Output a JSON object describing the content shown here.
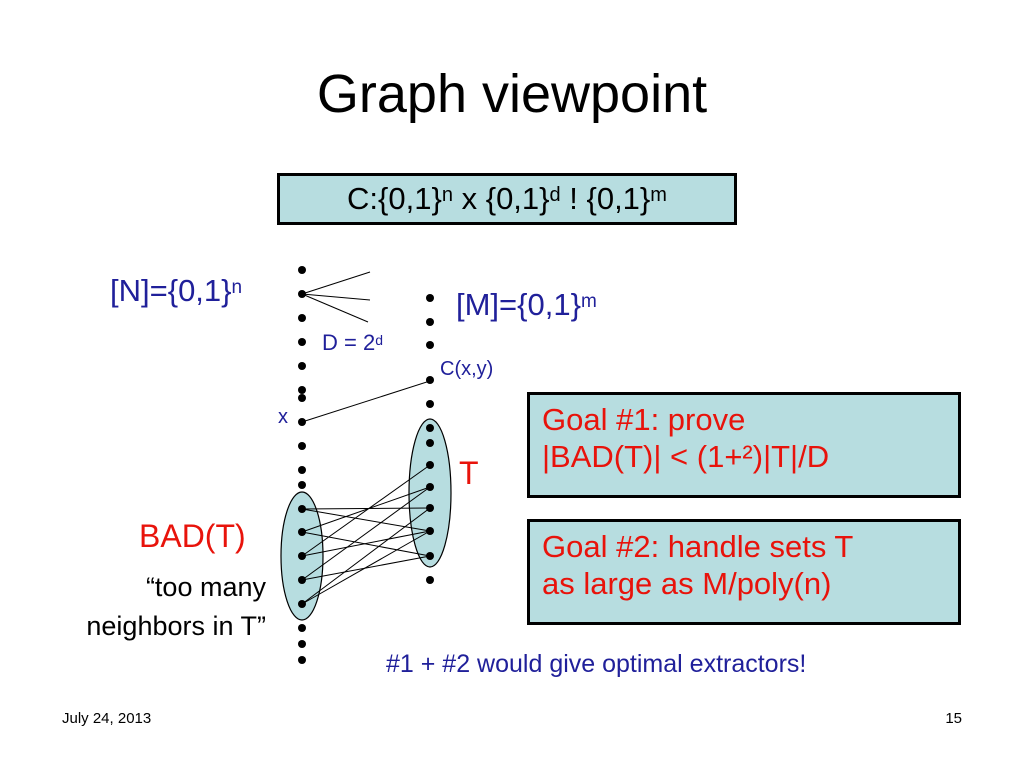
{
  "slide": {
    "title": "Graph viewpoint",
    "formula": {
      "c_prefix": "C:{0,1}",
      "exp_n": "n",
      "mid": " x {0,1}",
      "exp_d": "d",
      "arrow": " ! {0,1}",
      "exp_m": "m"
    },
    "left_set": {
      "base": "[N]={0,1}",
      "exp": "n"
    },
    "right_set": {
      "base": "[M]={0,1}",
      "exp": "m"
    },
    "degree": {
      "base": "D = 2",
      "exp": "d"
    },
    "edge_label": "C(x,y)",
    "vertex_x": "x",
    "set_t": "T",
    "bad_set": "BAD(T)",
    "bad_description_line1": "“too many",
    "bad_description_line2": "neighbors in T”",
    "goal1_line1": "Goal #1: prove",
    "goal1_line2": "|BAD(T)| < (1+²)|T|/D",
    "goal2_line1": "Goal #2: handle sets T",
    "goal2_line2": "as large as M/poly(n)",
    "conclusion": "#1 + #2 would give optimal extractors!",
    "date": "July 24, 2013",
    "page_number": "15"
  },
  "colors": {
    "box_fill": "#b7dde0",
    "label_blue": "#20209a",
    "label_red": "#e8130b"
  }
}
